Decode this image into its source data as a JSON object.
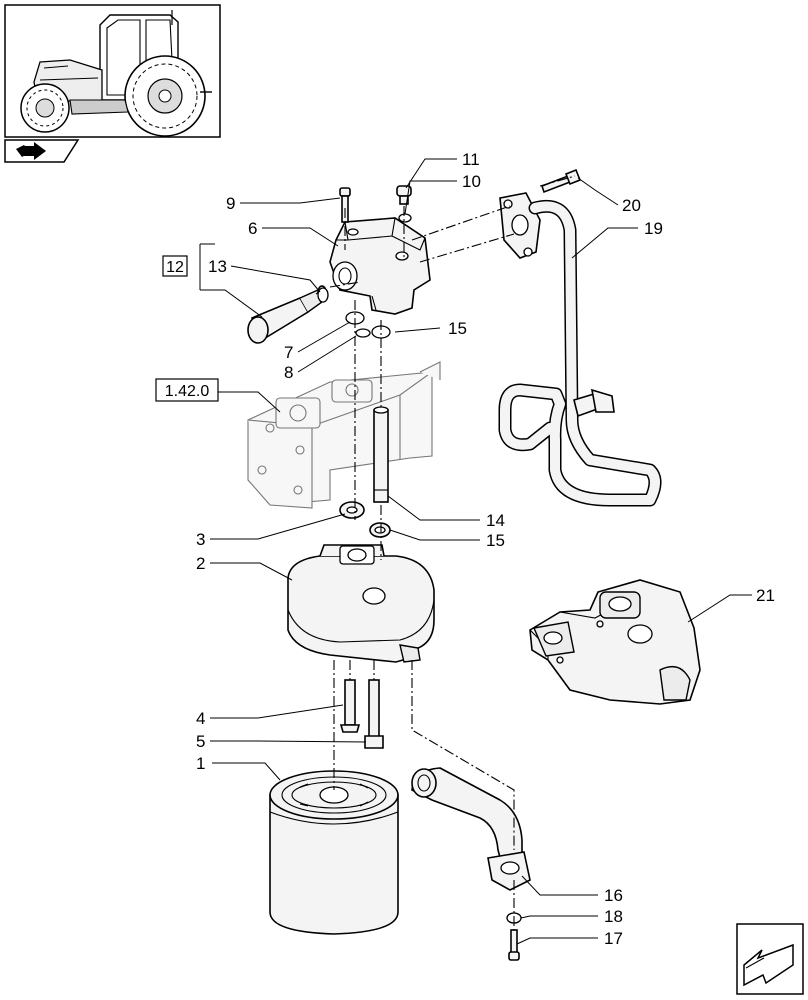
{
  "diagram": {
    "callouts": [
      {
        "id": "c1",
        "text": "1"
      },
      {
        "id": "c2",
        "text": "2"
      },
      {
        "id": "c3",
        "text": "3"
      },
      {
        "id": "c4",
        "text": "4"
      },
      {
        "id": "c5",
        "text": "5"
      },
      {
        "id": "c6",
        "text": "6"
      },
      {
        "id": "c7",
        "text": "7"
      },
      {
        "id": "c8",
        "text": "8"
      },
      {
        "id": "c9",
        "text": "9"
      },
      {
        "id": "c10",
        "text": "10"
      },
      {
        "id": "c11",
        "text": "11"
      },
      {
        "id": "c13",
        "text": "13"
      },
      {
        "id": "c14",
        "text": "14"
      },
      {
        "id": "c15a",
        "text": "15"
      },
      {
        "id": "c15b",
        "text": "15"
      },
      {
        "id": "c16",
        "text": "16"
      },
      {
        "id": "c17",
        "text": "17"
      },
      {
        "id": "c18",
        "text": "18"
      },
      {
        "id": "c19",
        "text": "19"
      },
      {
        "id": "c20",
        "text": "20"
      },
      {
        "id": "c21",
        "text": "21"
      }
    ],
    "boxed_refs": {
      "kit": "12",
      "reference": "1.42.0"
    },
    "icons": [
      "tractor-thumbnail-icon",
      "book-arrow-icon",
      "next-page-arrow-icon"
    ]
  }
}
